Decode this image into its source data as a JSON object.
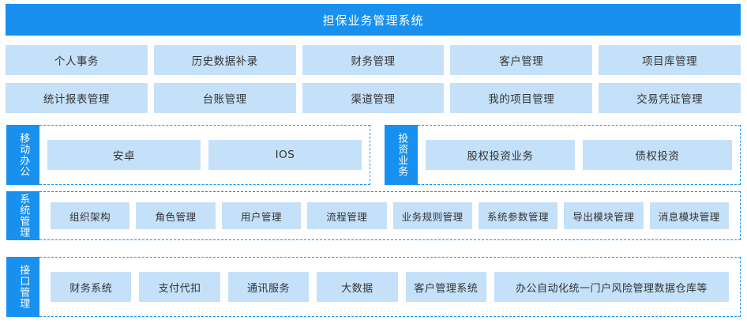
{
  "header": {
    "title": "担保业务管理系统",
    "accent_color": "#1890f0",
    "title_color": "#ffffff"
  },
  "theme": {
    "tile_bg": "#c5e1f9",
    "tile_text": "#333333",
    "dashed_border": "#1890f0"
  },
  "rows": {
    "row1": [
      {
        "label": "个人事务"
      },
      {
        "label": "历史数据补录"
      },
      {
        "label": "财务管理"
      },
      {
        "label": "客户管理"
      },
      {
        "label": "项目库管理"
      }
    ],
    "row2": [
      {
        "label": "统计报表管理"
      },
      {
        "label": "台账管理"
      },
      {
        "label": "渠道管理"
      },
      {
        "label": "我的项目管理"
      },
      {
        "label": "交易凭证管理"
      }
    ]
  },
  "groups": {
    "mobile_office": {
      "label": "移动办公",
      "items": [
        {
          "label": "安卓"
        },
        {
          "label": "IOS"
        }
      ]
    },
    "investment": {
      "label": "投资业务",
      "items": [
        {
          "label": "股权投资业务"
        },
        {
          "label": "债权投资"
        }
      ]
    },
    "system_management": {
      "label": "系统管理",
      "items": [
        {
          "label": "组织架构"
        },
        {
          "label": "角色管理"
        },
        {
          "label": "用户管理"
        },
        {
          "label": "流程管理"
        },
        {
          "label": "业务规则管理"
        },
        {
          "label": "系统参数管理"
        },
        {
          "label": "导出模块管理"
        },
        {
          "label": "消息模块管理"
        }
      ]
    },
    "interface_management": {
      "label": "接口管理",
      "items": [
        {
          "label": "财务系统"
        },
        {
          "label": "支付代扣"
        },
        {
          "label": "通讯服务"
        },
        {
          "label": "大数据"
        },
        {
          "label": "客户管理系统"
        },
        {
          "label": "办公自动化统一门户风险管理数据仓库等"
        }
      ]
    }
  }
}
